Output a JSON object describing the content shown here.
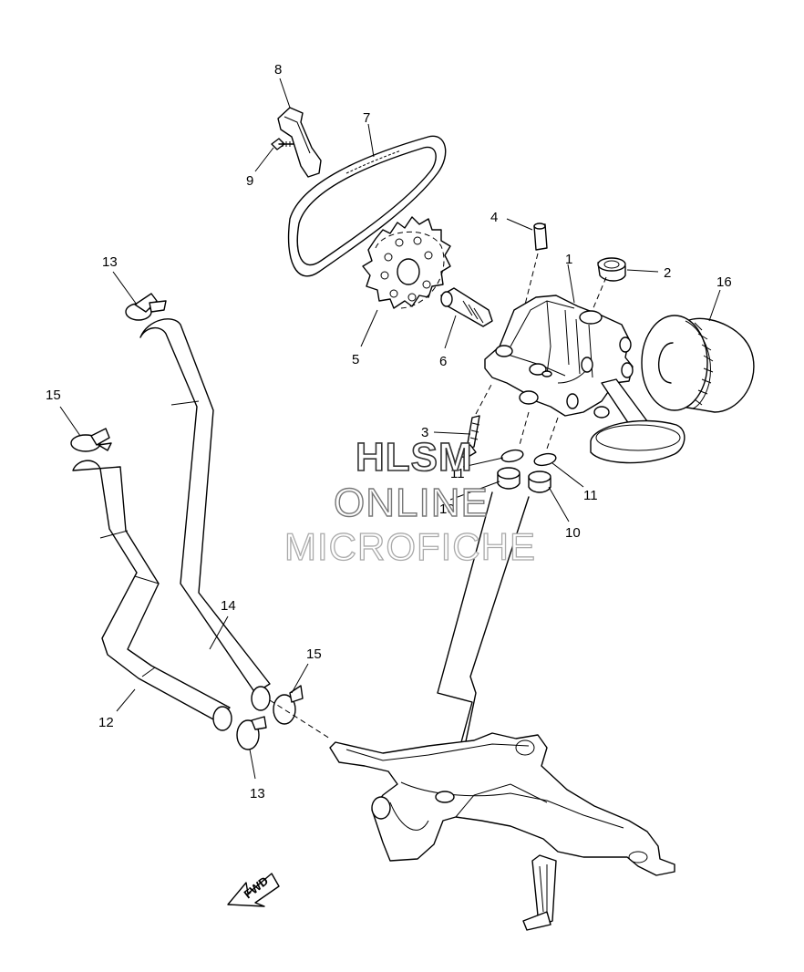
{
  "callouts": {
    "c1": "1",
    "c2": "2",
    "c3": "3",
    "c4": "4",
    "c5": "5",
    "c6": "6",
    "c7": "7",
    "c8": "8",
    "c9": "9",
    "c10a": "10",
    "c10b": "10",
    "c11a": "11",
    "c11b": "11",
    "c12": "12",
    "c13a": "13",
    "c13b": "13",
    "c14": "14",
    "c15a": "15",
    "c15b": "15",
    "c16": "16"
  },
  "watermark": {
    "line1": "HLSM",
    "line2": "ONLINE",
    "line3": "MICROFICHE"
  },
  "fwd_label": "FWD"
}
